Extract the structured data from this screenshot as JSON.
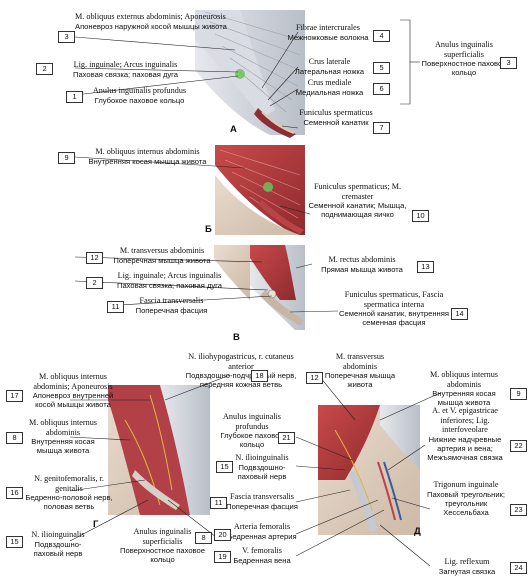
{
  "panels": {
    "a": "А",
    "b": "Б",
    "v": "В",
    "g": "Г",
    "d": "Д"
  },
  "labels": [
    {
      "n": "3",
      "lat": "M. obliquus externus abdominis; Aponeurosis",
      "ru": "Апоневроз наружной косой мышцы живота"
    },
    {
      "n": "2",
      "lat": "Lig. inguinale; Arcus inguinalis",
      "ru": "Паховая связка; паховая дуга"
    },
    {
      "n": "1",
      "lat": "Anulus inguinalis profundus",
      "ru": "Глубокое паховое кольцо"
    },
    {
      "n": "4",
      "lat": "Fibrae intercrurales",
      "ru": "Межножковые волокна"
    },
    {
      "n": "5",
      "lat": "Crus laterale",
      "ru": "Латеральная ножка"
    },
    {
      "n": "6",
      "lat": "Crus mediale",
      "ru": "Медиальная ножка"
    },
    {
      "n": "3",
      "lat": "Anulus inguinalis superficialis",
      "ru": "Поверхностное паховое кольцо"
    },
    {
      "n": "7",
      "lat": "Funiculus spermaticus",
      "ru": "Семенной канатик"
    },
    {
      "n": "9",
      "lat": "M. obliquus internus abdominis",
      "ru": "Внутренняя косая мышца живота"
    },
    {
      "n": "10",
      "lat": "Funiculus spermaticus; M. cremaster",
      "ru": "Семенной канатик; Мышца, поднимающая яичко"
    },
    {
      "n": "12",
      "lat": "M. transversus abdominis",
      "ru": "Поперечная мышца живота"
    },
    {
      "n": "2",
      "lat": "Lig. inguinale; Arcus inguinalis",
      "ru": "Паховая связка; паховая дуга"
    },
    {
      "n": "11",
      "lat": "Fascia transversalis",
      "ru": "Поперечная фасция"
    },
    {
      "n": "13",
      "lat": "M. rectus abdominis",
      "ru": "Прямая мышца живота"
    },
    {
      "n": "14",
      "lat": "Funiculus spermaticus, Fascia spermatica interna",
      "ru": "Семенной канатик, внутренняя семенная фасция"
    },
    {
      "n": "17",
      "lat": "M. obliquus internus abdominis; Aponeurosis",
      "ru": "Апоневроз внутренней косой мышцы живота"
    },
    {
      "n": "8",
      "lat": "M. obliquus internus abdominis",
      "ru": "Внутренняя косая мышца живота"
    },
    {
      "n": "16",
      "lat": "N. genitofemoralis, r. genitalis",
      "ru": "Бедренно-половой нерв, половая ветвь"
    },
    {
      "n": "15",
      "lat": "N. ilioinguinalis",
      "ru": "Подвздошно-паховый нерв"
    },
    {
      "n": "18",
      "lat": "N. iliohypogastricus, r. cutaneus anterior",
      "ru": "Подвздошно-подчревный нерв, передняя кожная ветвь"
    },
    {
      "n": "8",
      "lat": "Anulus inguinalis superficialis",
      "ru": "Поверхностное паховое кольцо"
    },
    {
      "n": "12",
      "lat": "M. transversus abdominis",
      "ru": "Поперечная мышца живота"
    },
    {
      "n": "9",
      "lat": "M. obliquus internus abdominis",
      "ru": "Внутренняя косая мышца живота"
    },
    {
      "n": "21",
      "lat": "Anulus inguinalis profundus",
      "ru": "Глубокое паховое кольцо"
    },
    {
      "n": "15",
      "lat": "N. ilioinguinalis",
      "ru": "Подвздошно-паховый нерв"
    },
    {
      "n": "11",
      "lat": "Fascia transversalis",
      "ru": "Поперечная фасция"
    },
    {
      "n": "20",
      "lat": "Arteria femoralis",
      "ru": "Бедренная артерия"
    },
    {
      "n": "19",
      "lat": "V. femoralis",
      "ru": "Бедренная вена"
    },
    {
      "n": "22",
      "lat": "A. et V. epigastricae inferiores; Lig. interfoveolare",
      "ru": "Нижние надчревные артерия и вена; Межъямочная связка"
    },
    {
      "n": "23",
      "lat": "Trigonum inguinale",
      "ru": "Паховый треугольник; треугольник Хессельбаха"
    },
    {
      "n": "24",
      "lat": "Lig. reflexum",
      "ru": "Загнутая связка"
    }
  ]
}
